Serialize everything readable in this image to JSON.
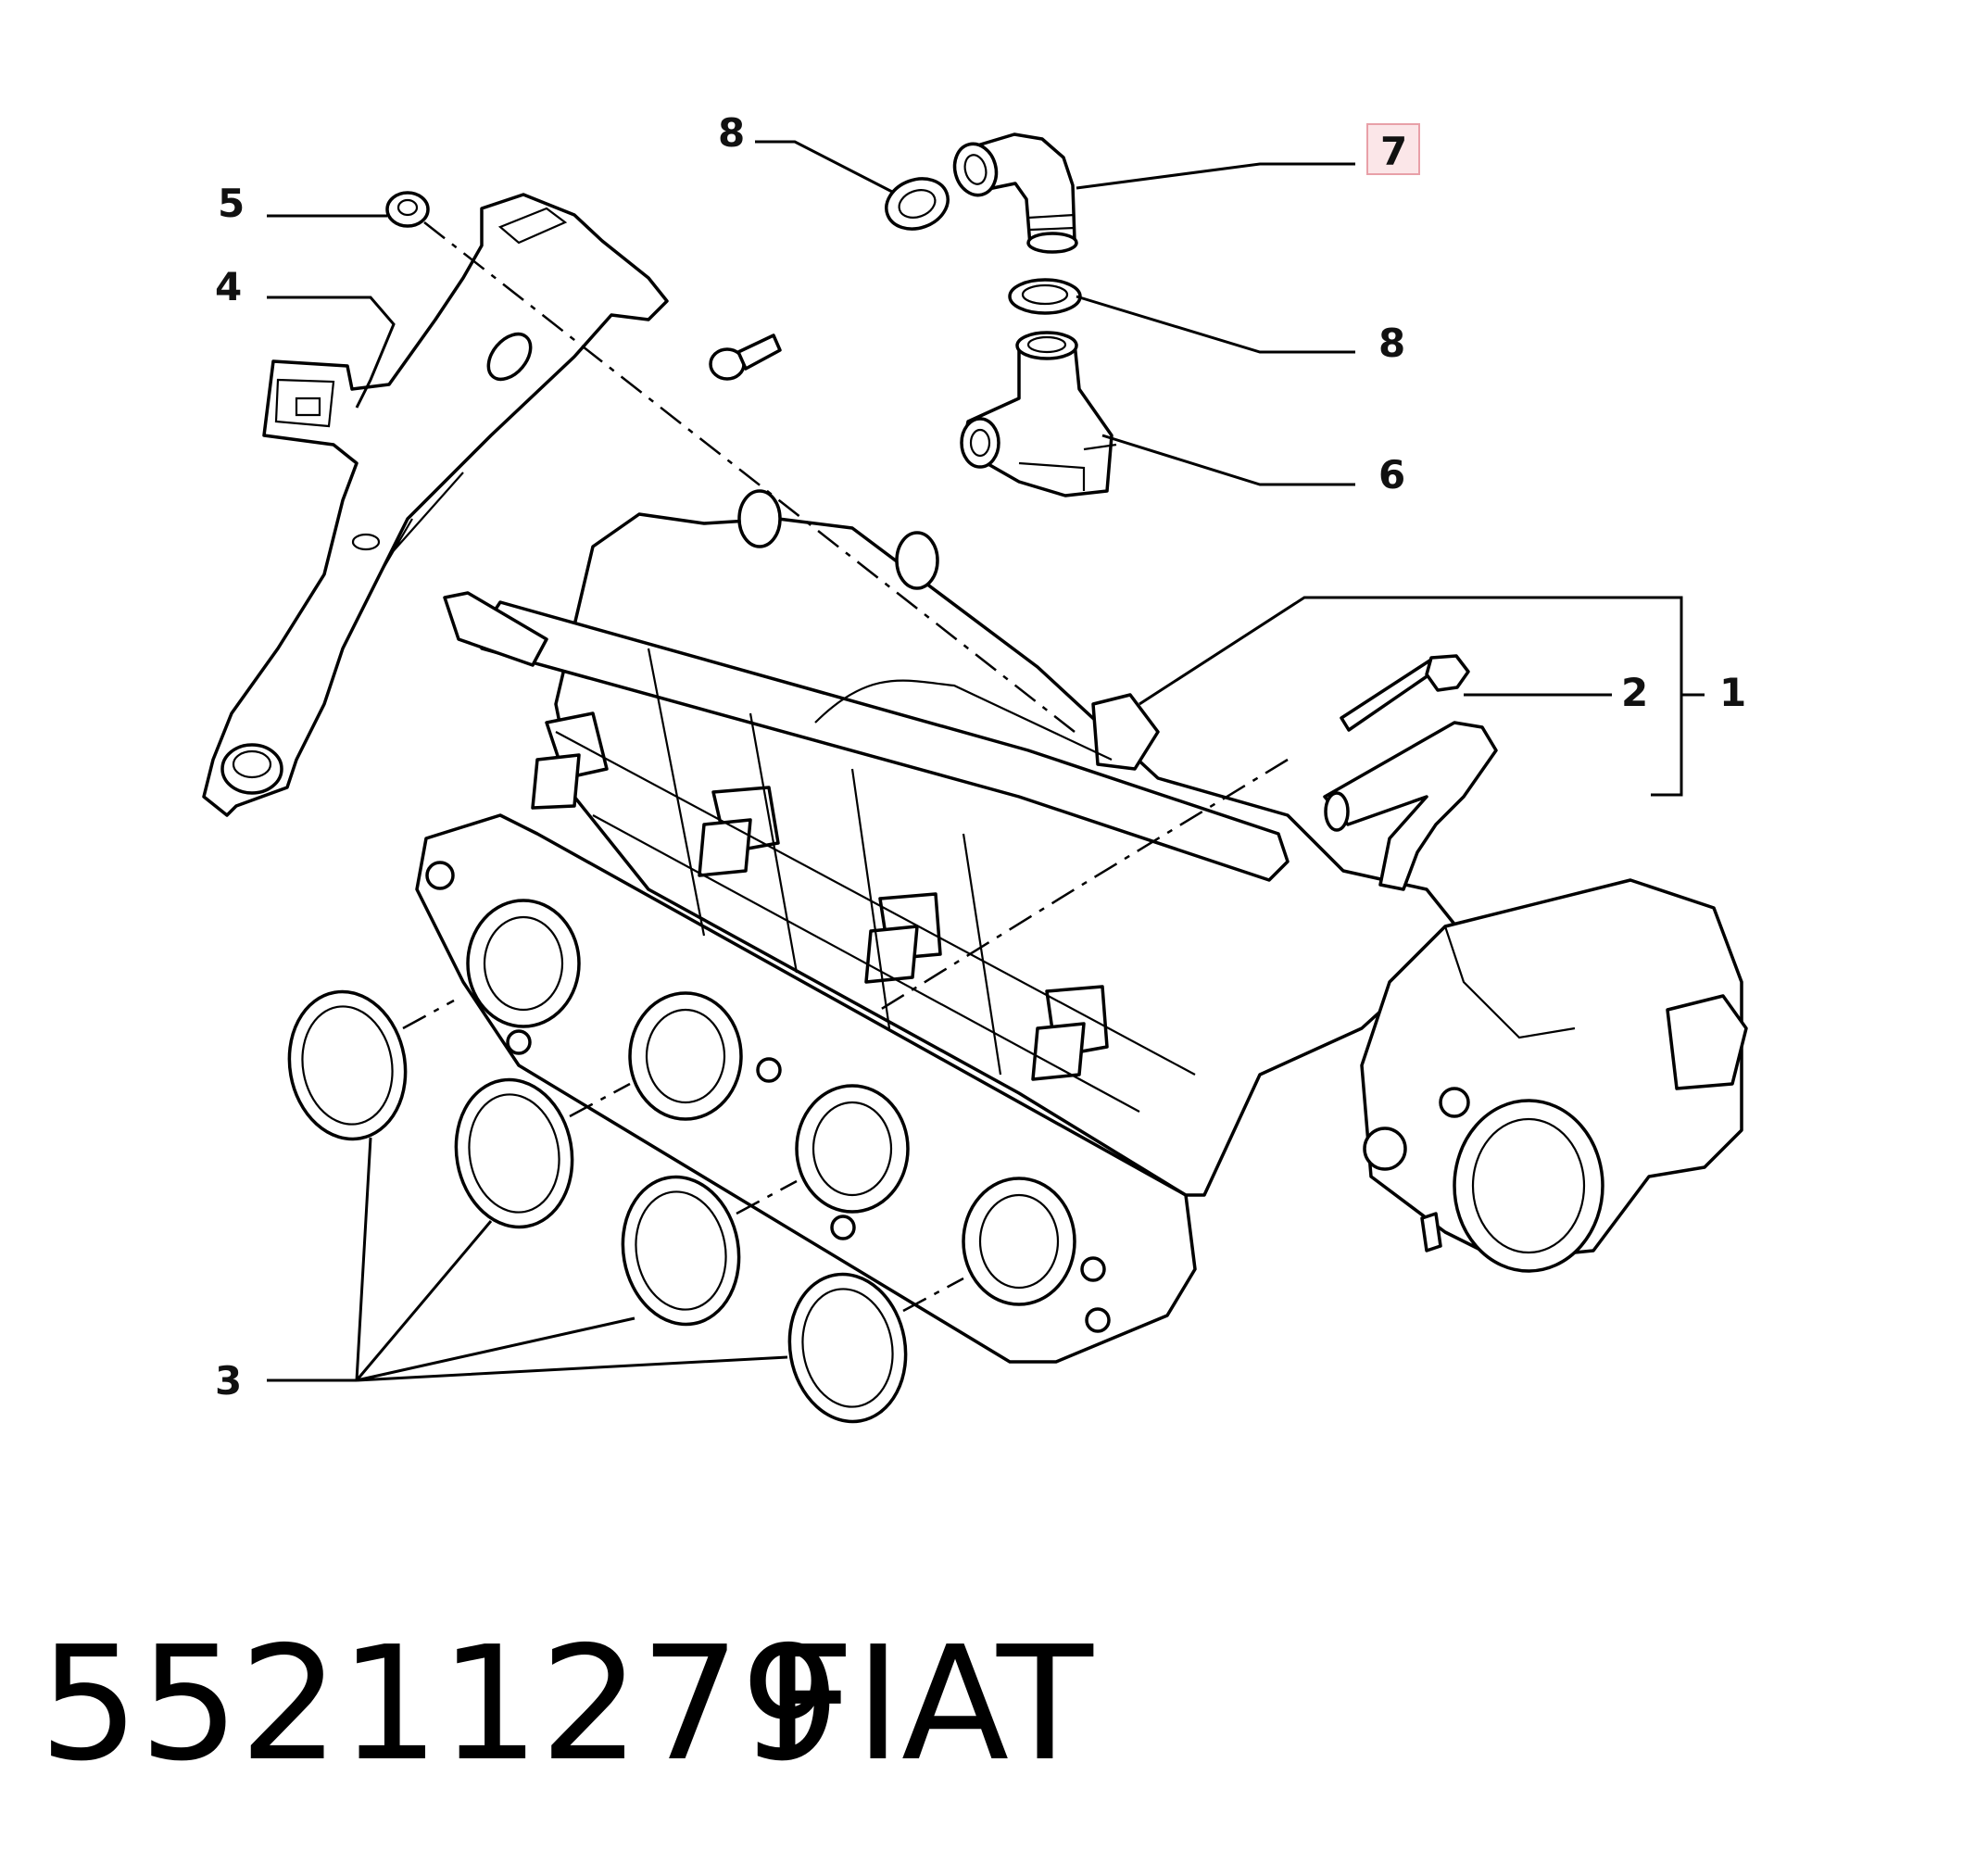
{
  "diagram": {
    "callouts": {
      "c1": "1",
      "c2": "2",
      "c3": "3",
      "c4": "4",
      "c5": "5",
      "c6": "6",
      "c7": "7",
      "c8a": "8",
      "c8b": "8"
    },
    "highlighted_callout": "7",
    "highlight_color": "#e8a0a8",
    "highlight_fill": "#fbe6e8"
  },
  "reference": {
    "part_number": "55211279",
    "brand": "FIAT"
  }
}
